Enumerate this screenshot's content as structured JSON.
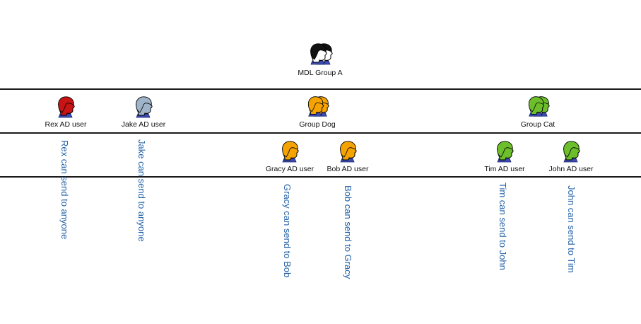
{
  "diagram": {
    "top_group": {
      "label": "MDL Group A",
      "icon": "group-icon",
      "color": "#111111"
    },
    "level2": [
      {
        "label": "Rex AD user",
        "icon": "user-icon",
        "color": "#c81414"
      },
      {
        "label": "Jake AD user",
        "icon": "user-icon",
        "color": "#9fb4c8"
      },
      {
        "label": "Group Dog",
        "icon": "group-icon",
        "color": "#f5a300"
      },
      {
        "label": "Group Cat",
        "icon": "group-icon",
        "color": "#6cbf2a"
      }
    ],
    "level3": [
      {
        "label": "Gracy AD user",
        "icon": "user-icon",
        "color": "#f5a300"
      },
      {
        "label": "Bob AD user",
        "icon": "user-icon",
        "color": "#f5a300"
      },
      {
        "label": "Tim AD user",
        "icon": "user-icon",
        "color": "#6cbf2a"
      },
      {
        "label": "John AD user",
        "icon": "user-icon",
        "color": "#6cbf2a"
      }
    ],
    "notes": [
      "Rex can send to anyone",
      "Jake can send to anyone",
      "Gracy can send to Bob",
      "Bob can send to Gracy",
      "Tim can send to John",
      "John can send to Tim"
    ],
    "note_color": "#2462a8"
  }
}
